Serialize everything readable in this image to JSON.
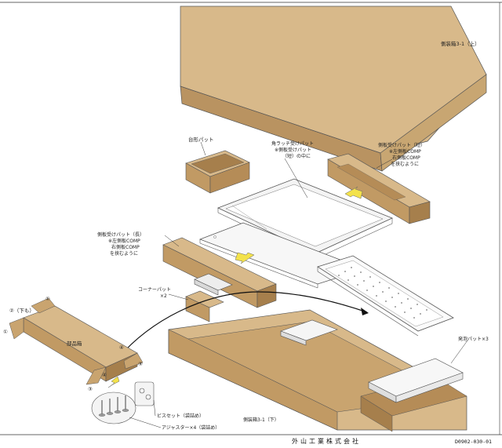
{
  "labels": {
    "top_box": "側装箱3-1（上）",
    "square_pad": "台形パット",
    "corner_latch_pad": [
      "角ラッチ受けパット",
      "※側板受けパット",
      "（短）の中に"
    ],
    "side_pad_short": [
      "側板受けパット（短）",
      "※左側板COMP",
      "右側板COMP",
      "を挟むように"
    ],
    "side_pad_long": [
      "側板受けパット（長）",
      "※左側板COMP",
      "右側板COMP",
      "を挟むように"
    ],
    "corner_pad": [
      "コーナーパット",
      "×2"
    ],
    "foam_pad": "発泡パット×3",
    "parts_box": "部品箱",
    "bottom_box": "側装箱3-1（下）",
    "screw_set": "ビスセット（袋詰め）",
    "adjuster": "アジャスター×4（袋詰め）",
    "fold_down": "②（下も）",
    "step1": "①",
    "step3": "③",
    "step4": "④"
  },
  "footer": {
    "company": "外山工業株式会社",
    "drawing_no": "D0902-030-01"
  },
  "colors": {
    "cardboard_top": "#d8b98a",
    "cardboard_side": "#c19a64",
    "cardboard_dark": "#a67f4c",
    "arrow_yellow": "#f3e24b"
  }
}
